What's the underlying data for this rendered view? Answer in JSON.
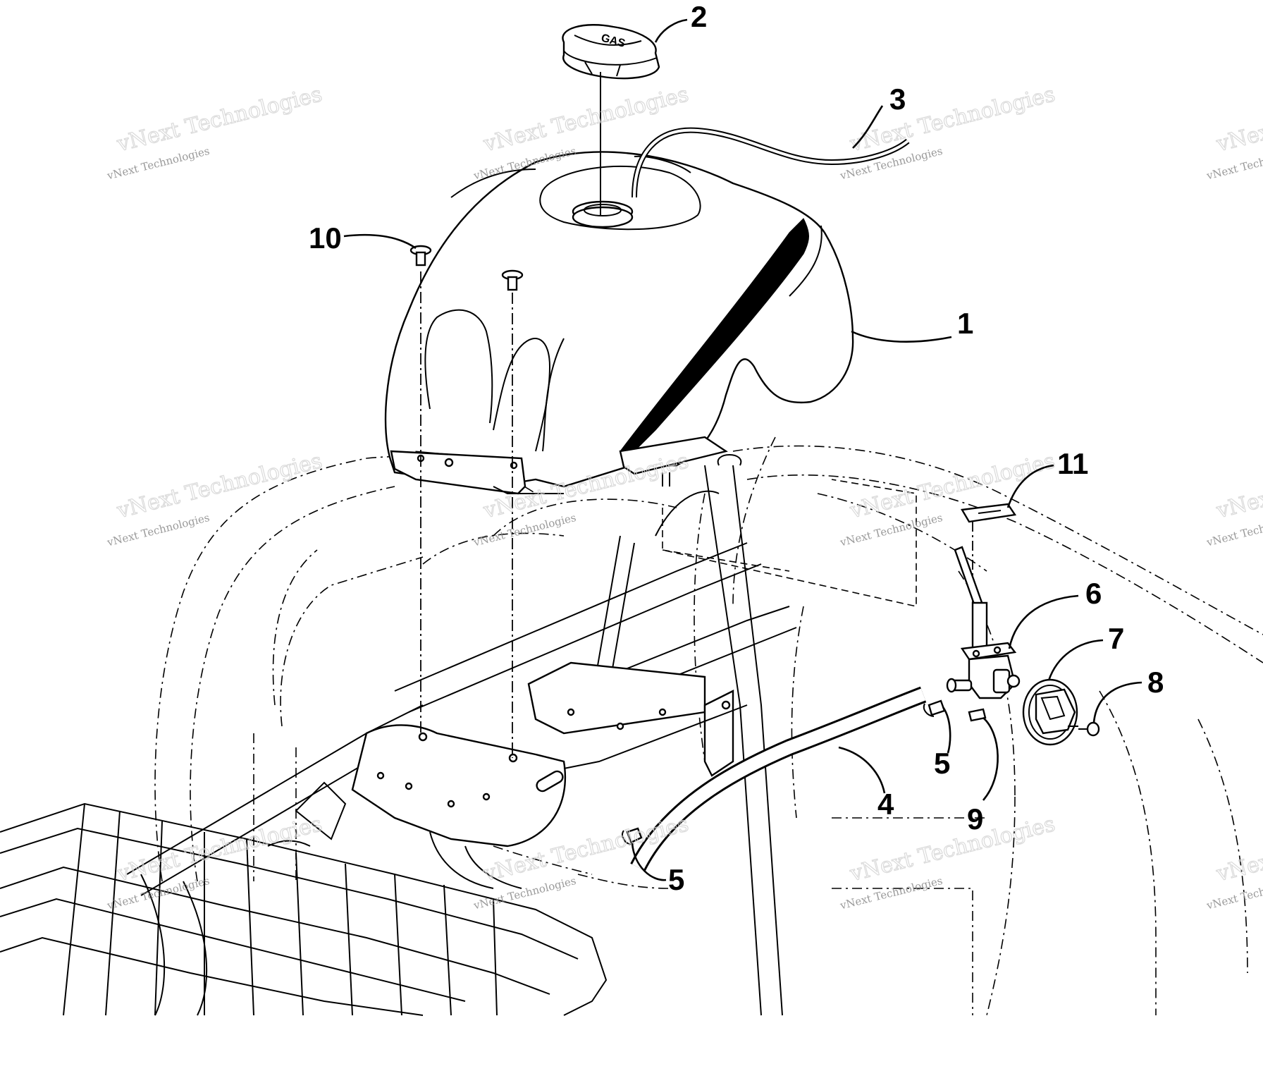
{
  "diagram": {
    "callouts": [
      {
        "id": "1",
        "text": "1"
      },
      {
        "id": "2",
        "text": "2"
      },
      {
        "id": "3",
        "text": "3"
      },
      {
        "id": "4",
        "text": "4"
      },
      {
        "id": "5a",
        "text": "5"
      },
      {
        "id": "5b",
        "text": "5"
      },
      {
        "id": "6",
        "text": "6"
      },
      {
        "id": "7",
        "text": "7"
      },
      {
        "id": "8",
        "text": "8"
      },
      {
        "id": "9",
        "text": "9"
      },
      {
        "id": "10",
        "text": "10"
      },
      {
        "id": "11",
        "text": "11"
      }
    ],
    "watermark": {
      "line1": "vNext Technologies",
      "line2": "vNext Technologies"
    },
    "cap_emblem": "GAS"
  }
}
